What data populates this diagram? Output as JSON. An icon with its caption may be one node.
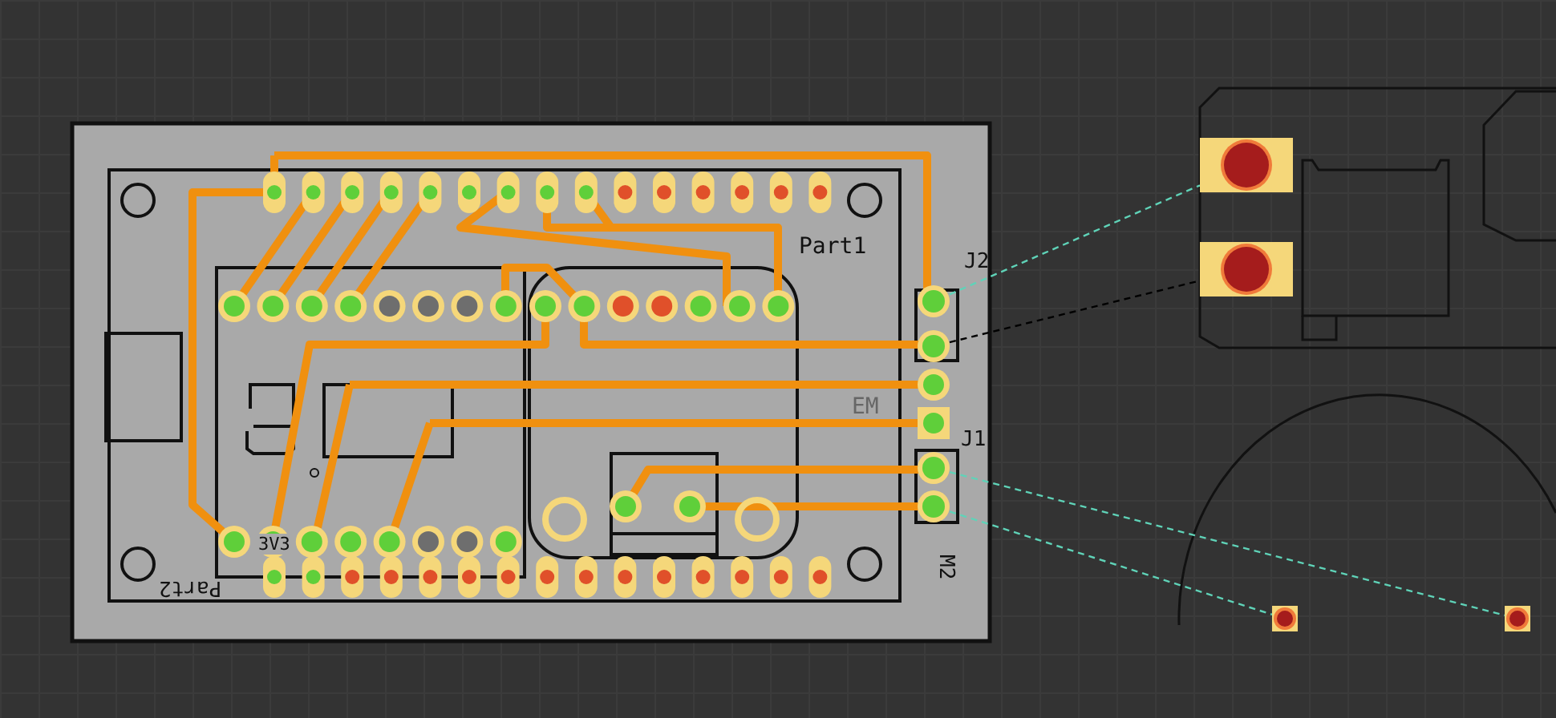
{
  "diagram": {
    "nodes": [
      {
        "text": [],
        "shape": "circle"
      },
      {
        "text": [],
        "shape": "circle"
      },
      {
        "text": [],
        "shape": "circle"
      },
      {
        "text": [],
        "shape": "circle"
      },
      {
        "text": [],
        "shape": "box"
      },
      {
        "text": [],
        "shape": "box"
      },
      {
        "text": [],
        "shape": "box"
      },
      {
        "text": [],
        "shape": "box"
      }
    ],
    "edges": [
      {
        "from": 0,
        "to": 4,
        "arrow": "none",
        "style": "dashed"
      },
      {
        "from": 1,
        "to": 5,
        "arrow": "none",
        "style": "dashed",
        "color": "#000000"
      },
      {
        "from": 2,
        "to": 7,
        "arrow": "none",
        "style": "dashed"
      },
      {
        "from": 3,
        "to": 6,
        "arrow": "none",
        "style": "dashed"
      }
    ],
    "labels": [
      "Part1",
      "J2",
      "EM",
      "J1",
      "3V3",
      "M2",
      "Part2"
    ]
  }
}
